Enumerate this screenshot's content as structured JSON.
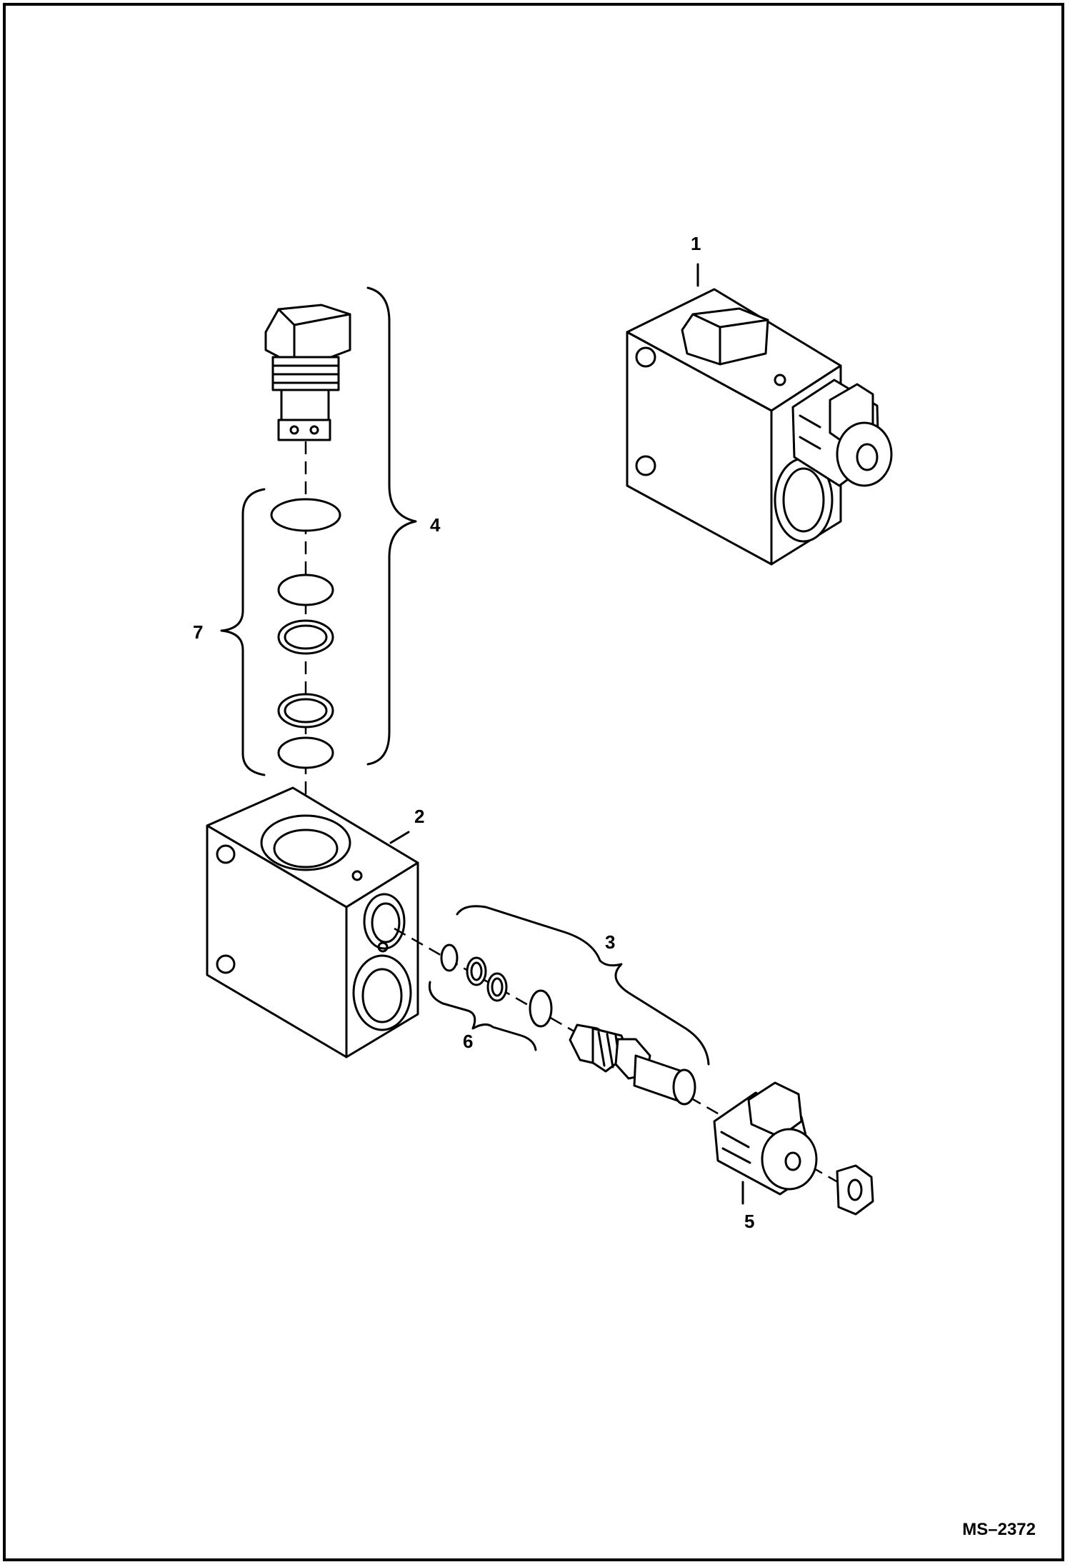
{
  "diagram": {
    "callouts": {
      "c1": "1",
      "c2": "2",
      "c3": "3",
      "c4": "4",
      "c5": "5",
      "c6": "6",
      "c7": "7"
    },
    "drawing_code": "MS–2372"
  }
}
